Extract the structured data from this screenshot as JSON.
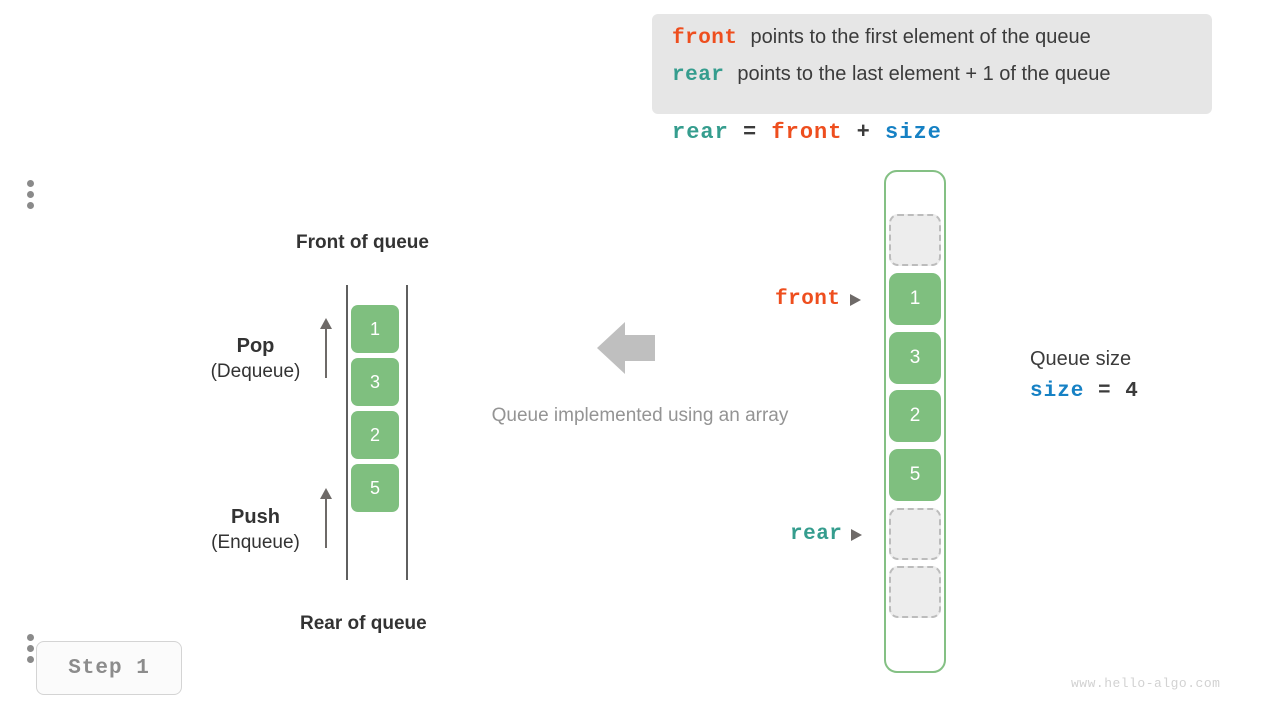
{
  "legend": {
    "lines": [
      {
        "keyword": "front",
        "keyword_color": "#ee4e1e",
        "text": "points to the first element of the queue"
      },
      {
        "keyword": "rear",
        "keyword_color": "#359d8e",
        "text": "points to the last element + 1 of the queue"
      }
    ],
    "background": "#e6e6e6"
  },
  "equation": {
    "lhs": "rear",
    "eq": "=",
    "term1": "front",
    "plus": "+",
    "term2": "size"
  },
  "left_queue": {
    "top_label": "Front of queue",
    "bottom_label": "Rear of queue",
    "cells": [
      "1",
      "3",
      "2",
      "5"
    ],
    "pop": {
      "title": "Pop",
      "subtitle": "(Dequeue)",
      "arrow_icon": "up-arrow-icon"
    },
    "push": {
      "title": "Push",
      "subtitle": "(Enqueue)",
      "arrow_icon": "up-arrow-icon"
    }
  },
  "center": {
    "arrow_icon": "left-arrow-icon",
    "caption": "Queue implemented using an array"
  },
  "array": {
    "top_dots_icon": "vertical-dots-icon",
    "bottom_dots_icon": "vertical-dots-icon",
    "cells": [
      {
        "value": "",
        "state": "empty"
      },
      {
        "value": "1",
        "state": "filled"
      },
      {
        "value": "3",
        "state": "filled"
      },
      {
        "value": "2",
        "state": "filled"
      },
      {
        "value": "5",
        "state": "filled"
      },
      {
        "value": "",
        "state": "empty"
      },
      {
        "value": "",
        "state": "empty"
      }
    ],
    "border_color": "#84c084",
    "filled_color": "#7fbf7f",
    "empty_color": "#ededed"
  },
  "pointers": {
    "front": {
      "label": "front",
      "color": "#ee4e1e",
      "arrow_icon": "pointer-arrow-icon"
    },
    "rear": {
      "label": "rear",
      "color": "#359d8e",
      "arrow_icon": "pointer-arrow-icon"
    }
  },
  "size_note": {
    "title": "Queue size",
    "name": "size",
    "eq": "=",
    "value": "4",
    "name_color": "#1681c4"
  },
  "step_badge": {
    "label": "Step 1"
  },
  "watermark": {
    "text": "www.hello-algo.com"
  }
}
